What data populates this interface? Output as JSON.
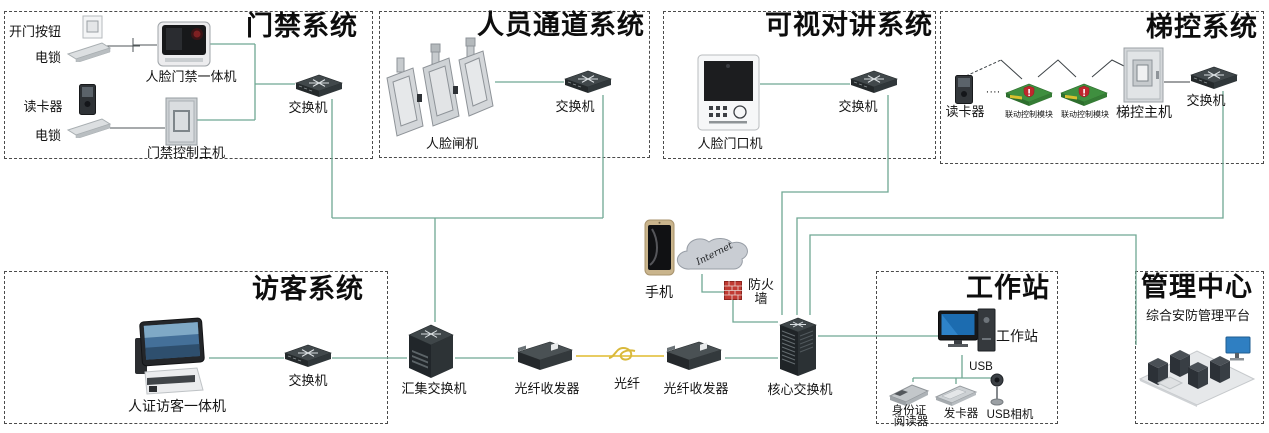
{
  "colors": {
    "line": "#6fa893",
    "fiber_line": "#e4c44c",
    "box_border": "#4a4a4a",
    "title_color": "#0d0d0d"
  },
  "sections": {
    "access_control": {
      "title": "门禁系统",
      "open_button": "开门按钮",
      "lock1": "电锁",
      "face_machine": "人脸门禁一体机",
      "card_reader": "读卡器",
      "lock2": "电锁",
      "controller": "门禁控制主机",
      "switch": "交换机"
    },
    "personnel_channel": {
      "title": "人员通道系统",
      "gate": "人脸闸机",
      "switch": "交换机"
    },
    "video_intercom": {
      "title": "可视对讲系统",
      "door_station": "人脸门口机",
      "switch": "交换机"
    },
    "elevator_control": {
      "title": "梯控系统",
      "card_reader": "读卡器",
      "dots": "····",
      "module1": "联动控制模块",
      "module2": "联动控制模块",
      "host": "梯控主机",
      "switch": "交换机"
    },
    "visitor": {
      "title": "访客系统",
      "machine": "人证访客一体机",
      "switch": "交换机"
    },
    "workstation": {
      "title": "工作站",
      "pc": "工作站",
      "usb": "USB",
      "id_reader_line1": "身份证",
      "id_reader_line2": "阅读器",
      "card_issuer": "发卡器",
      "usb_camera": "USB相机"
    },
    "management_center": {
      "title": "管理中心",
      "platform": "综合安防管理平台"
    }
  },
  "backbone": {
    "aggregation_switch": "汇集交换机",
    "fiber_transceiver_left": "光纤收发器",
    "fiber": "光纤",
    "fiber_transceiver_right": "光纤收发器",
    "core_switch": "核心交换机",
    "phone": "手机",
    "internet": "Internet",
    "firewall_line1": "防火",
    "firewall_line2": "墙"
  }
}
